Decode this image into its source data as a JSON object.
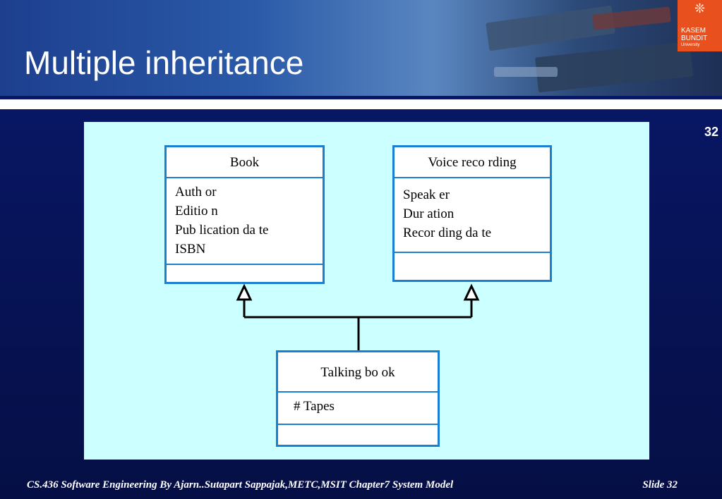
{
  "slide": {
    "title": "Multiple inheritance",
    "slide_number": "32",
    "footer_text": "CS.436 Software Engineering By  Ajarn..Sutapart Sappajak,METC,MSIT Chapter7  System Model",
    "footer_slide": "Slide  32"
  },
  "logo": {
    "line1": "KASEM",
    "line2": "BUNDIT",
    "line3": "University",
    "colors": {
      "background": "#e8501e",
      "text": "#ffffff"
    }
  },
  "diagram": {
    "classes": {
      "book": {
        "name": "Book",
        "attributes": [
          "Auth or",
          "Editio n",
          "Pub lication da te",
          "ISBN"
        ]
      },
      "voice_recording": {
        "name": "Voice reco rding",
        "attributes": [
          "Speak er",
          "Dur ation",
          "Recor ding da  te"
        ]
      },
      "talking_book": {
        "name": "Talking bo ok",
        "attributes": [
          "# Tapes"
        ]
      }
    },
    "relations": [
      {
        "type": "generalization",
        "from": "talking_book",
        "to": "book"
      },
      {
        "type": "generalization",
        "from": "talking_book",
        "to": "voice_recording"
      }
    ],
    "colors": {
      "canvas": "#ccffff",
      "box_border": "#1a7fd0",
      "connector": "#000000"
    }
  },
  "theme": {
    "background": "#07145a",
    "title_color": "#ffffff"
  }
}
